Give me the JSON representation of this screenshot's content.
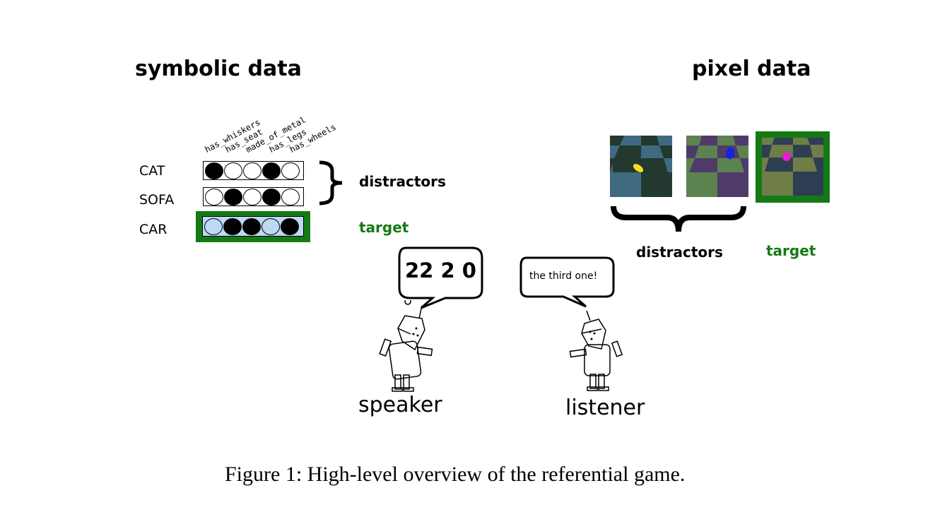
{
  "symbolic": {
    "title": "symbolic data",
    "features": [
      "has_whiskers",
      "has_seat",
      "made_of_metal",
      "has_legs",
      "has_wheels"
    ],
    "rows": [
      {
        "label": "CAT",
        "values": [
          1,
          0,
          0,
          1,
          0
        ],
        "is_target": false
      },
      {
        "label": "SOFA",
        "values": [
          0,
          1,
          0,
          1,
          0
        ],
        "is_target": false
      },
      {
        "label": "CAR",
        "values": [
          0,
          1,
          1,
          0,
          1
        ],
        "is_target": true
      }
    ],
    "distractors_label": "distractors",
    "target_label": "target"
  },
  "pixel": {
    "title": "pixel data",
    "images": [
      {
        "name": "distractor-1",
        "object": "yellow capsule",
        "floor": "blue/dark checkerboard",
        "is_target": false
      },
      {
        "name": "distractor-2",
        "object": "blue cube",
        "floor": "purple/green checkerboard",
        "is_target": false
      },
      {
        "name": "target",
        "object": "magenta sphere",
        "floor": "olive/dark checkerboard",
        "is_target": true
      }
    ],
    "distractors_label": "distractors",
    "target_label": "target"
  },
  "speaker": {
    "message": "22 2 0",
    "label": "speaker"
  },
  "listener": {
    "message": "the third one!",
    "label": "listener"
  },
  "caption": "Figure 1: High-level overview of the referential game.",
  "colors": {
    "target_frame": "#157a15",
    "target_fill": "#bcd9f5"
  }
}
